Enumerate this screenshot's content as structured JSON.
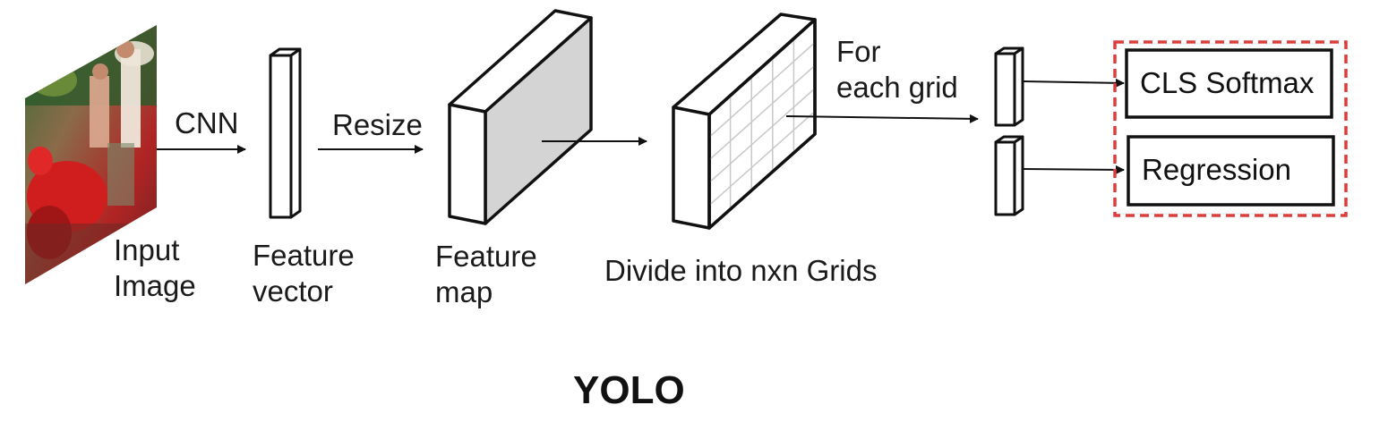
{
  "diagram": {
    "title": "YOLO",
    "edge_labels": {
      "cnn": "CNN",
      "resize": "Resize",
      "for_each_grid": [
        "For",
        "each grid"
      ]
    },
    "nodes": {
      "input_image": [
        "Input",
        "Image"
      ],
      "feature_vector": [
        "Feature",
        "vector"
      ],
      "feature_map": [
        "Feature",
        "map"
      ],
      "grids": "Divide into nxn Grids",
      "cls_softmax": "CLS Softmax",
      "regression": "Regression"
    },
    "colors": {
      "highlight_border": "#e03c3c",
      "feature_map_side": "#d4d4d4",
      "stroke": "#111111"
    },
    "icons": {
      "input_image": "photo-thumbnail-icon"
    }
  }
}
